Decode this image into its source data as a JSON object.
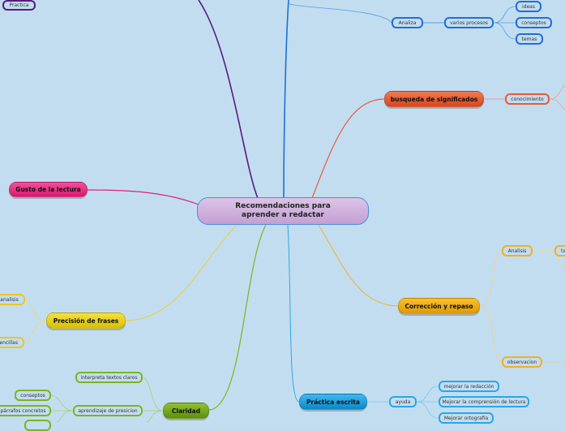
{
  "central": "Recomendaciones para aprender a redactar",
  "branches": {
    "practica_top": {
      "label": "Practica"
    },
    "analiza": {
      "label": "Analiza",
      "child": "varios procesos",
      "items": [
        "ideas",
        "conseptos",
        "temas"
      ]
    },
    "busqueda": {
      "label": "busqueda de significados",
      "child": "conocimiento"
    },
    "gusto": {
      "label": "Gusto de la lectura"
    },
    "precision": {
      "label": "Precisión de frases",
      "items": [
        "analisis",
        "sencillas"
      ]
    },
    "claridad": {
      "label": "Claridad",
      "items": [
        "interpreta textos claros",
        "aprendizaje de presicion"
      ],
      "sub": [
        "conseptos",
        "párrafos concretos"
      ]
    },
    "correccion": {
      "label": "Corrección y repaso",
      "items": [
        "Analisis",
        "observacion"
      ],
      "sub": "ta"
    },
    "practica_escrita": {
      "label": "Práctica escrita",
      "child": "ayuda",
      "items": [
        "mejorar la redacción",
        "Mejorar la comprensión de lectura",
        "Mejorar ortografía"
      ]
    }
  }
}
